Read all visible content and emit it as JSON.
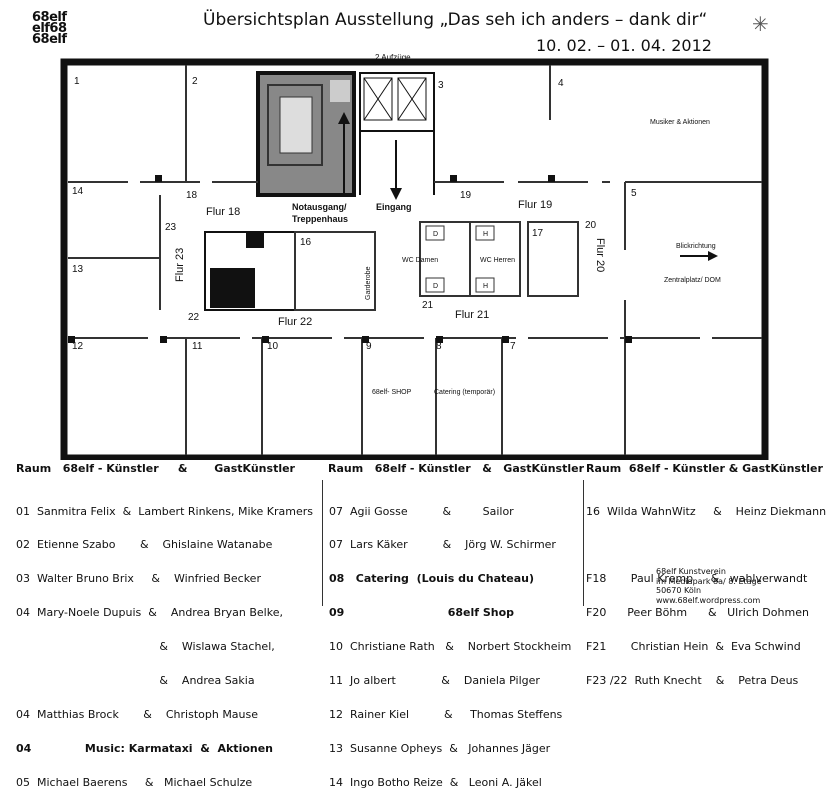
{
  "header": {
    "logo_lines": [
      "68elf",
      "elf68",
      "68elf"
    ],
    "title": "Übersichtsplan  Ausstellung „Das seh ich anders – dank dir“",
    "dates": "10. 02. – 01. 04. 2012",
    "decor_icon": "asterisk-star-icon"
  },
  "plan": {
    "labels": {
      "elevators": "2 Aufzüge",
      "emergency_exit_line1": "Notausgang/",
      "emergency_exit_line2": "Treppenhaus",
      "entrance": "Eingang",
      "musicians": "Musiker & Aktionen",
      "view_direction": "Blickrichtung",
      "central_square": "Zentralplatz/ DOM",
      "wc_women": "WC Damen",
      "wc_men": "WC Herren",
      "wardrobe": "Garderobe",
      "shop": "68elf- SHOP",
      "catering": "Catering (temporär)",
      "stall_d": "D",
      "stall_h": "H"
    },
    "corridors": {
      "f18": "Flur 18",
      "f19": "Flur 19",
      "f20": "Flur 20",
      "f21": "Flur 21",
      "f22": "Flur 22",
      "f23": "Flur 23"
    },
    "rooms": [
      "1",
      "2",
      "3",
      "4",
      "5",
      "7",
      "8",
      "9",
      "10",
      "11",
      "12",
      "13",
      "14",
      "16",
      "17",
      "18",
      "19",
      "20",
      "21",
      "22",
      "23"
    ]
  },
  "legend": {
    "head_room": "Raum",
    "head_artists": "68elf - Künstler",
    "head_amp": "&",
    "head_guests": "GastKünstler",
    "col1": [
      "01  Sanmitra Felix  &  Lambert Rinkens, Mike Kramers",
      "02  Etienne Szabo       &    Ghislaine Watanabe",
      "03  Walter Bruno Brix     &    Winfried Becker",
      "04  Mary-Noele Dupuis  &    Andrea Bryan Belke,",
      "                                         &    Wislawa Stachel,",
      "                                         &    Andrea Sakia",
      "04  Matthias Brock       &    Christoph Mause",
      "04              Music: Karmataxi  &  Aktionen",
      "05  Michael Baerens     &   Michael Schulze"
    ],
    "col2": [
      "07  Agii Gosse          &         Sailor",
      "07  Lars Käker          &    Jörg W. Schirmer",
      "08   Catering  (Louis du Chateau)",
      "09                           68elf Shop",
      "10  Christiane Rath   &    Norbert Stockheim",
      "11  Jo albert             &    Daniela Pilger",
      "12  Rainer Kiel          &     Thomas Steffens",
      "13  Susanne Opheys  &   Johannes Jäger",
      "14  Ingo Botho Reize  &   Leoni A. Jäkel"
    ],
    "col3": [
      "16  Wilda WahnWitz     &    Heinz Diekmann",
      "",
      "F18       Paul Kremp     &   wahlverwandt",
      "F20      Peer Böhm      &   Ulrich Dohmen",
      "F21       Christian Hein  &  Eva Schwind",
      "F23 /22  Ruth Knecht    &    Petra Deus"
    ],
    "footer": [
      "68elf Kunstverein",
      "im Mediapark 8a/ 8. Etage",
      "50670 Köln",
      "www.68elf.wordpress.com"
    ]
  }
}
